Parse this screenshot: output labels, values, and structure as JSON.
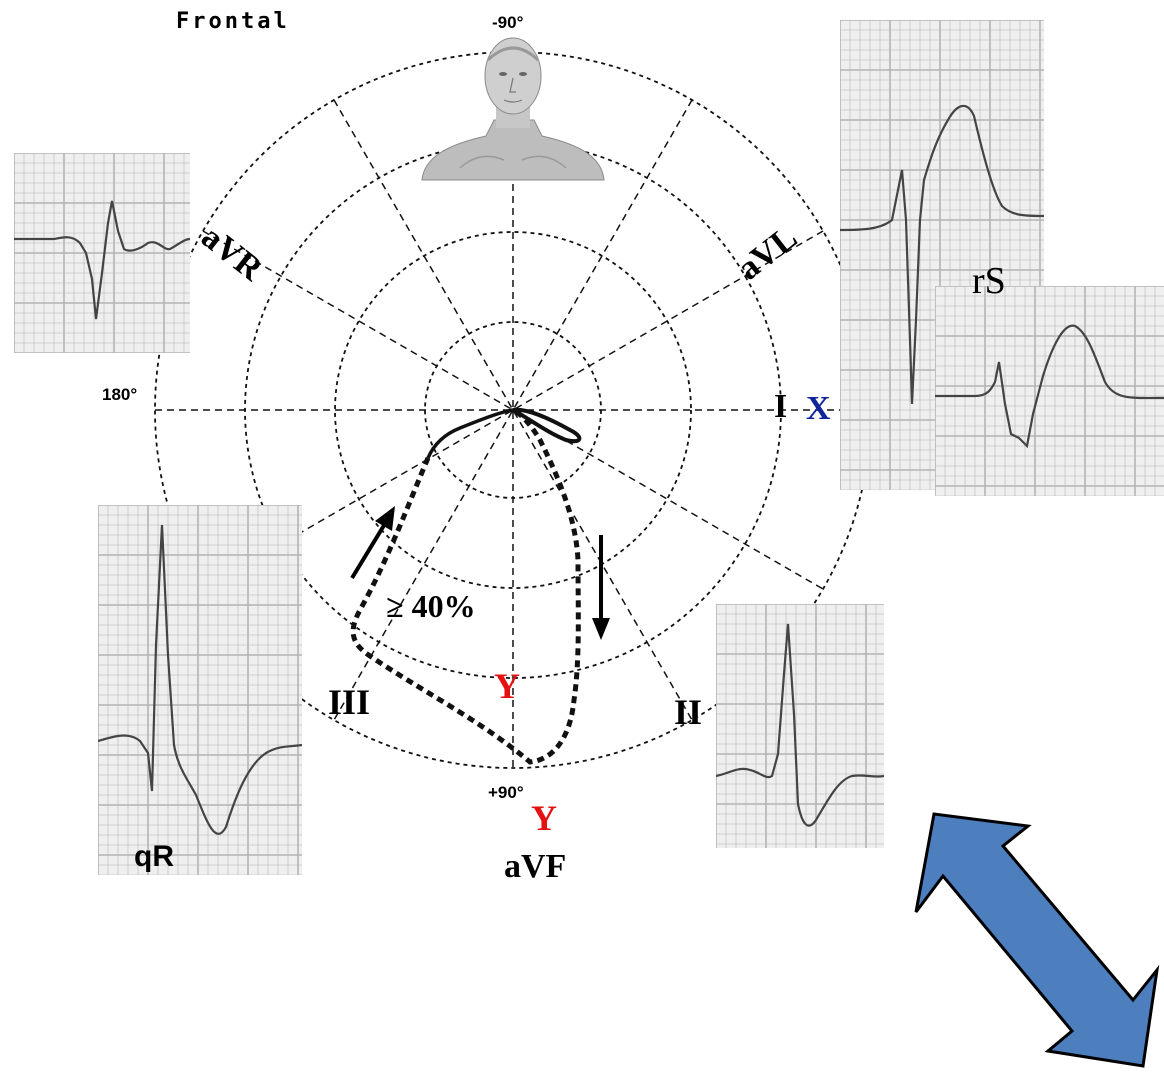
{
  "title": "Frontal",
  "angles": {
    "top": "-90°",
    "left": "180°",
    "bottom": "+90°"
  },
  "leads": {
    "avr": "aVR",
    "avl": "aVL",
    "i": "I",
    "ii": "II",
    "iii": "III",
    "avf": "aVF"
  },
  "axes": {
    "x": "X",
    "y_inner": "Y",
    "y_outer": "Y"
  },
  "loop_label": "≥ 40%",
  "ecg_labels": {
    "rs": "rS",
    "qr": "qR"
  },
  "colors": {
    "axis_x": "#10259a",
    "axis_y": "#e51010",
    "arrow_fill": "#4d7ebe",
    "arrow_stroke": "#000000",
    "grid_bg": "#efefef",
    "grid_line": "#b4b4b4"
  },
  "icons": [
    "torso-figure-icon",
    "double-arrow-icon",
    "direction-arrow-up-icon",
    "direction-arrow-down-icon"
  ]
}
